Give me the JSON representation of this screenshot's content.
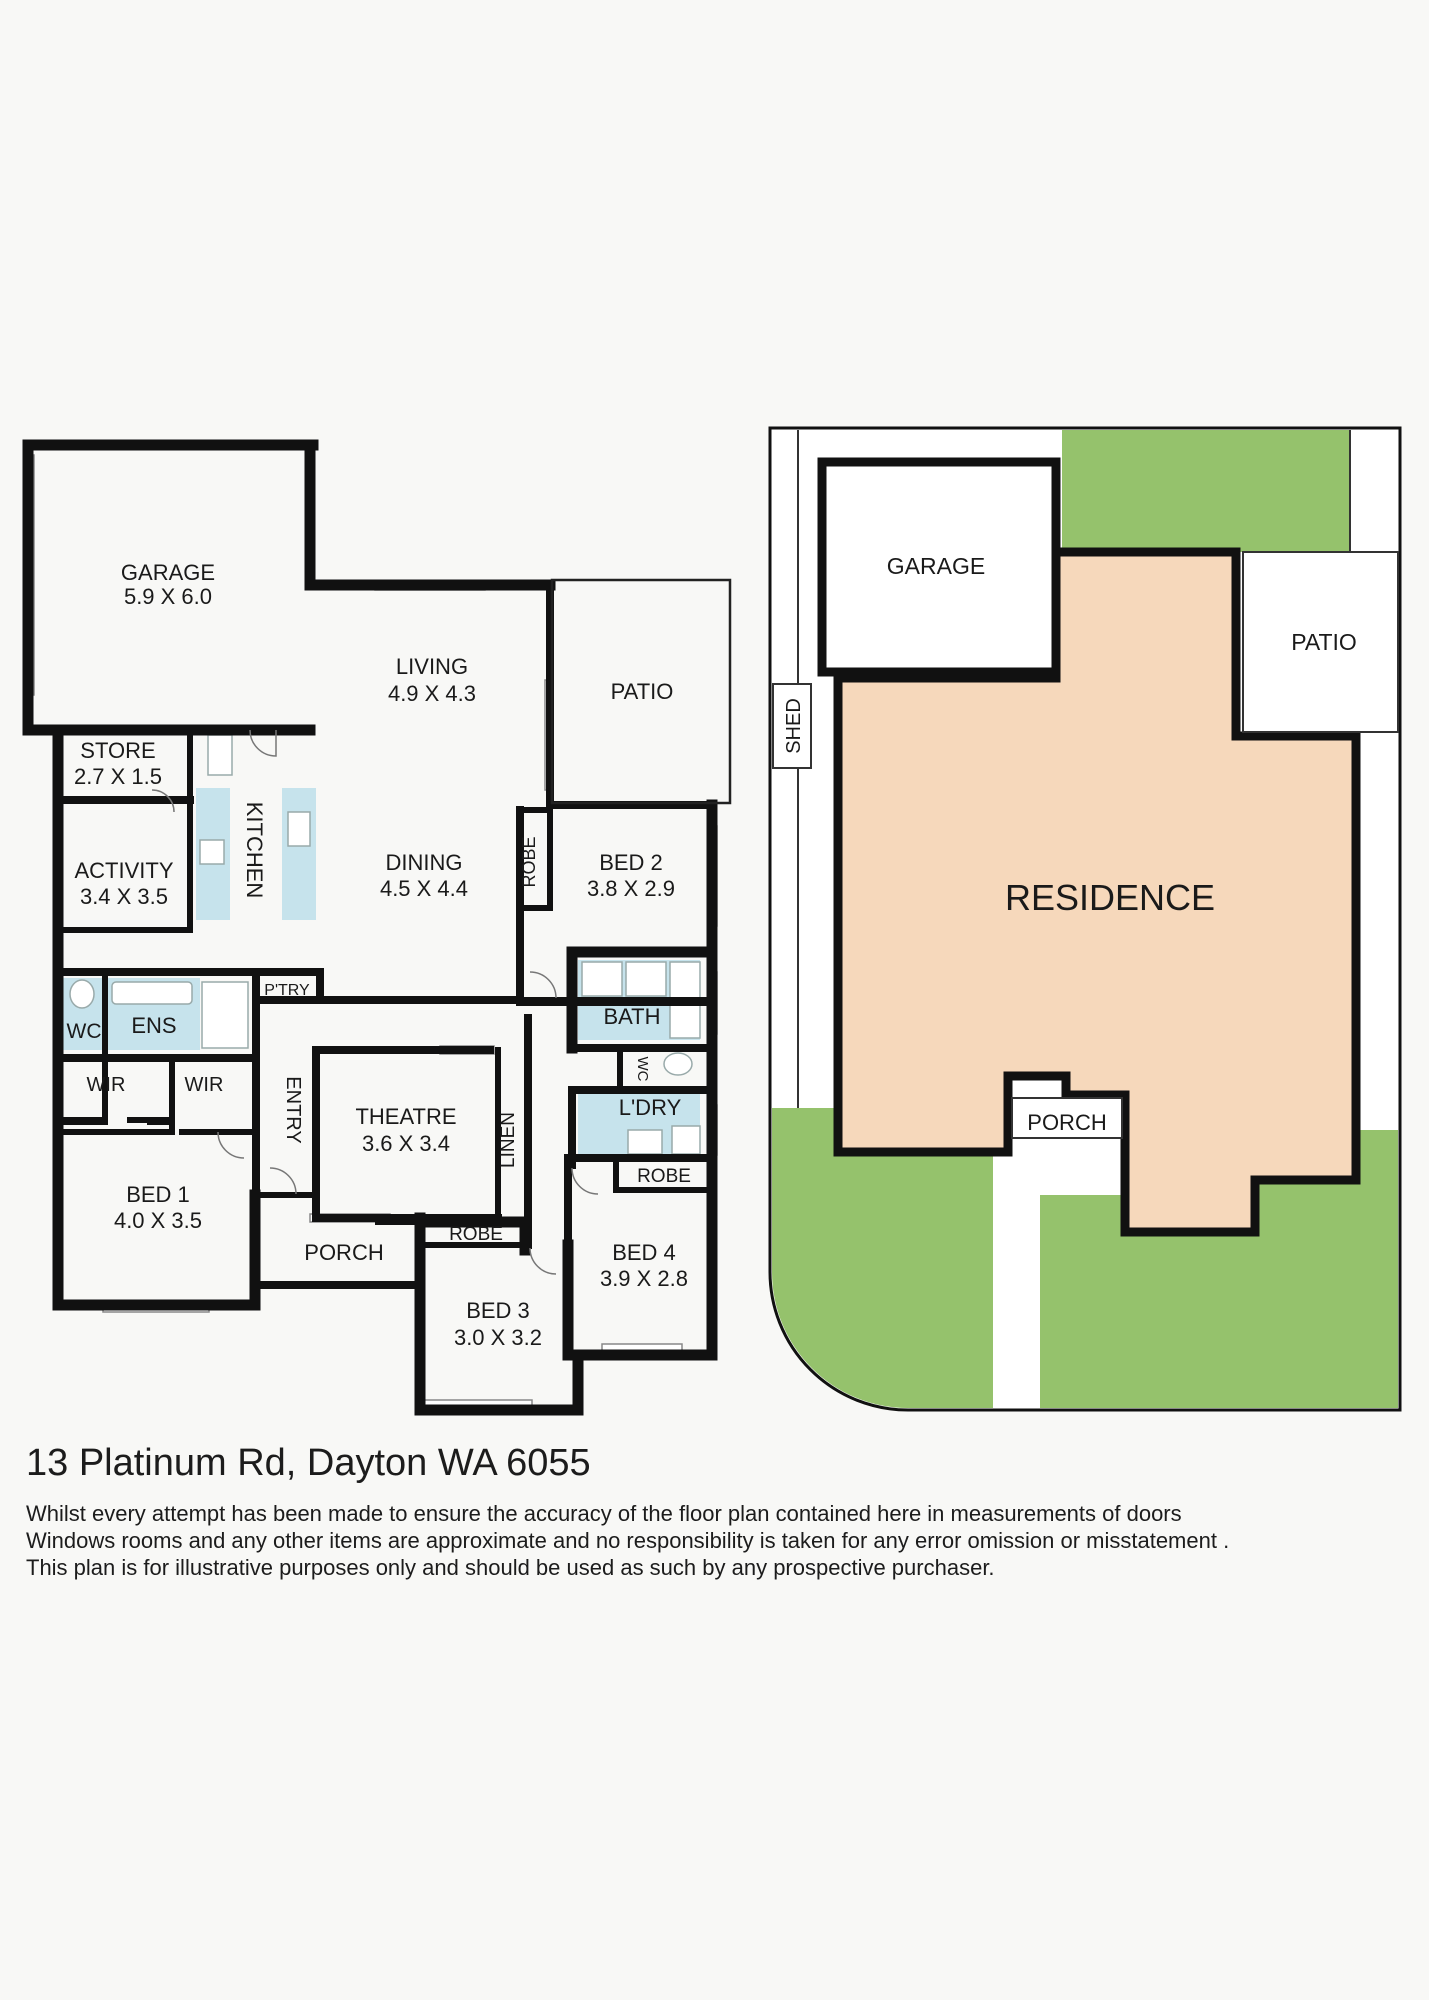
{
  "floor_plan": {
    "rooms": {
      "garage": {
        "name": "GARAGE",
        "size": "5.9 X 6.0"
      },
      "living": {
        "name": "LIVING",
        "size": "4.9 X 4.3"
      },
      "patio": {
        "name": "PATIO"
      },
      "store": {
        "name": "STORE",
        "size": "2.7 X 1.5"
      },
      "activity": {
        "name": "ACTIVITY",
        "size": "3.4 X 3.5"
      },
      "kitchen": {
        "name": "KITCHEN"
      },
      "dining": {
        "name": "DINING",
        "size": "4.5 X 4.4"
      },
      "robe_bed2": {
        "name": "ROBE"
      },
      "bed2": {
        "name": "BED 2",
        "size": "3.8 X 2.9"
      },
      "pantry": {
        "name": "P'TRY"
      },
      "wc_ens": {
        "name": "WC"
      },
      "ens": {
        "name": "ENS"
      },
      "bath": {
        "name": "BATH"
      },
      "wc": {
        "name": "WC"
      },
      "wir_left": {
        "name": "WIR"
      },
      "wir_right": {
        "name": "WIR"
      },
      "entry": {
        "name": "ENTRY"
      },
      "theatre": {
        "name": "THEATRE",
        "size": "3.6 X 3.4"
      },
      "linen": {
        "name": "LINEN"
      },
      "laundry": {
        "name": "L'DRY"
      },
      "robe_bed4": {
        "name": "ROBE"
      },
      "bed1": {
        "name": "BED 1",
        "size": "4.0 X 3.5"
      },
      "porch": {
        "name": "PORCH"
      },
      "robe_bed3": {
        "name": "ROBE"
      },
      "bed4": {
        "name": "BED 4",
        "size": "3.9 X 2.8"
      },
      "bed3": {
        "name": "BED 3",
        "size": "3.0 X 3.2"
      }
    }
  },
  "site_plan": {
    "garage": "GARAGE",
    "patio": "PATIO",
    "shed": "SHED",
    "residence": "RESIDENCE",
    "porch": "PORCH",
    "colors": {
      "lawn": "#95c26c",
      "residence": "#f6d8bb",
      "wall": "#111111"
    }
  },
  "address": "13 Platinum Rd, Dayton WA 6055",
  "disclaimer": [
    "Whilst every attempt has been made to ensure the accuracy of the floor plan contained here in measurements of doors",
    "Windows rooms and any other items are approximate and no responsibility is taken for any error omission or misstatement .",
    "This plan is for illustrative purposes only and should be used as such by any prospective purchaser."
  ]
}
